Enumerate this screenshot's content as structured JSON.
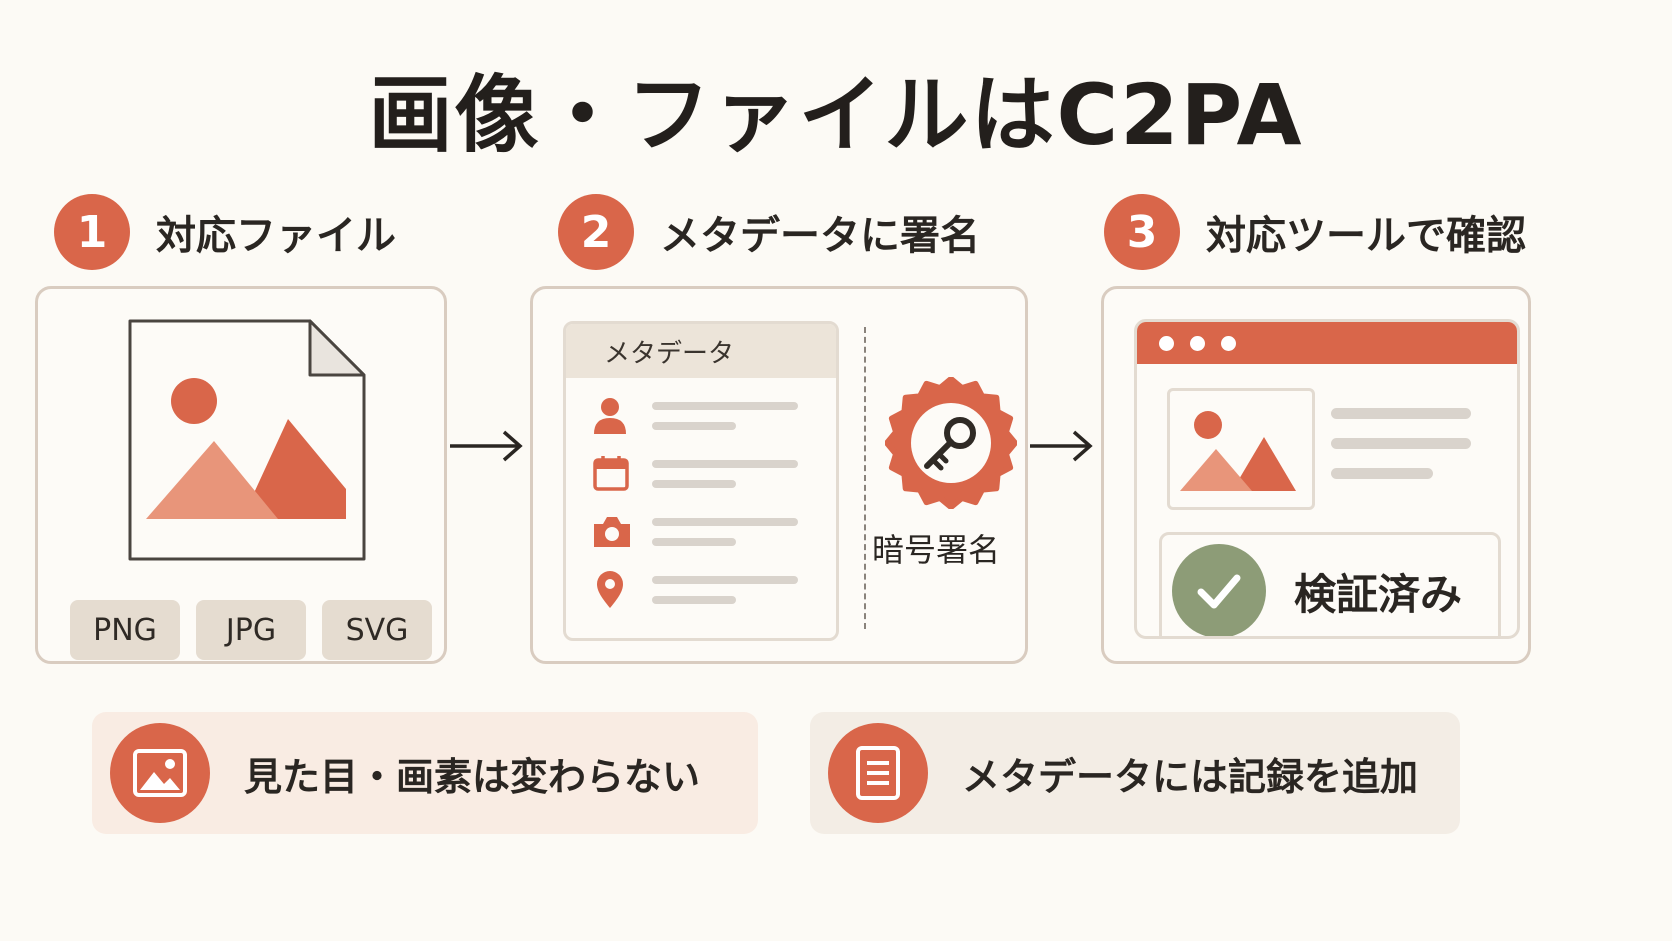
{
  "title": "画像・ファイルはC2PA",
  "accent": "#d9664a",
  "steps": [
    {
      "number": "1",
      "label": "対応ファイル"
    },
    {
      "number": "2",
      "label": "メタデータに署名"
    },
    {
      "number": "3",
      "label": "対応ツールで確認"
    }
  ],
  "panel1": {
    "icon": "image-file-icon",
    "formats": [
      "PNG",
      "JPG",
      "SVG"
    ]
  },
  "panel2": {
    "metadata_header": "メタデータ",
    "row_icons": [
      "person-icon",
      "calendar-icon",
      "camera-icon",
      "location-pin-icon"
    ],
    "seal_icon": "key-seal-icon",
    "seal_label": "暗号署名"
  },
  "panel3": {
    "verified_label": "検証済み",
    "verified_color": "#8d9c77"
  },
  "notes": [
    {
      "icon": "image-icon",
      "text": "見た目・画素は変わらない",
      "background": "#f9ece3"
    },
    {
      "icon": "document-icon",
      "text": "メタデータには記録を追加",
      "background": "#f3ede5"
    }
  ]
}
